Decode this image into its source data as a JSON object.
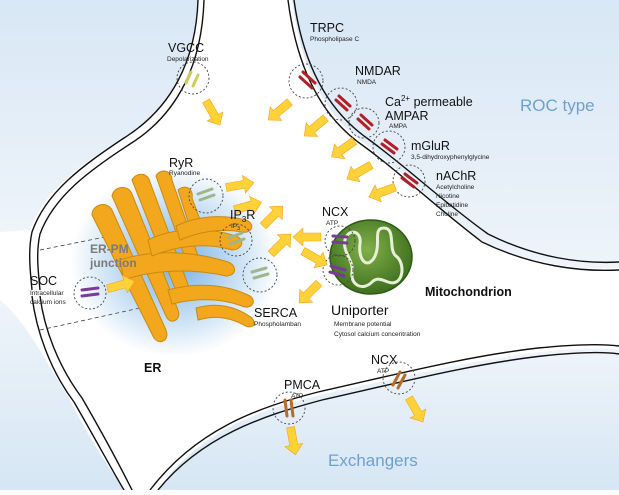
{
  "labels": {
    "vgcc": "VGCC",
    "vgcc_sub": "Depolarization",
    "trpc": "TRPC",
    "trpc_sub": "Phospholipase C",
    "nmdar": "NMDAR",
    "nmdar_sub": "NMDA",
    "ampar_line1_prefix": "Ca",
    "ampar_line1_sup": "2+",
    "ampar_line1_suffix": " permeable",
    "ampar": "AMPAR",
    "ampar_sub": "AMPA",
    "mglur": "mGluR",
    "mglur_sub": "3,5-dihydroxyphenylglycine",
    "nachr": "nAChR",
    "nachr_sub": [
      "Acetylcholine",
      "Nicotine",
      "Epibatidine",
      "Choline"
    ],
    "roc_type": "ROC type",
    "ryr": "RyR",
    "ryr_sub": "Ryanodine",
    "ip3r_prefix": "IP",
    "ip3r_sub_index": "3",
    "ip3r_suffix": "R",
    "ip3r_sub_prefix": "IP",
    "ip3r_sub_index2": "3",
    "ncx_mito": "NCX",
    "ncx_mito_sub": "ATP",
    "er_pm_line1": "ER-PM",
    "er_pm_line2": "junction",
    "soc": "SOC",
    "soc_sub": [
      "Intracellular",
      "calcium ions"
    ],
    "serca": "SERCA",
    "serca_sub": "Phospholamban",
    "uniporter": "Uniporter",
    "uniporter_sub": [
      "Membrane potential",
      "Cytosol calcium concentration"
    ],
    "mitochondrion": "Mitochondrion",
    "er": "ER",
    "pmca": "PMCA",
    "pmca_sub": "ATP",
    "ncx_pm": "NCX",
    "ncx_pm_sub": "ATP",
    "exchangers": "Exchangers"
  },
  "colors": {
    "er": "#f2a71d",
    "er_shadow": "#6aa8e0",
    "mito": "#4f8a2a",
    "region_text": "#6f9fd2",
    "arrow": "#ffd23a",
    "channel_red": "#b12028",
    "channel_purple": "#7a3a9a",
    "channel_green": "#9fb58a",
    "channel_yellow": "#d7d76a",
    "channel_brown": "#b86a28"
  }
}
